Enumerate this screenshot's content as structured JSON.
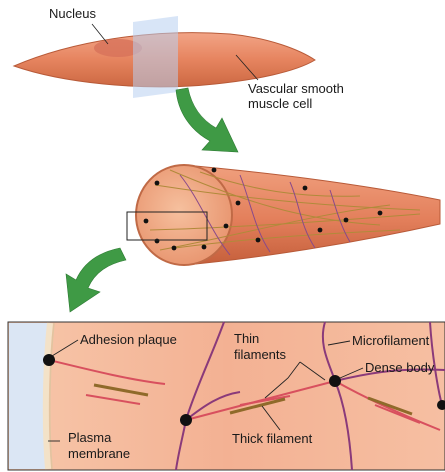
{
  "labels": {
    "nucleus": "Nucleus",
    "cell_line1": "Vascular smooth",
    "cell_line2": "muscle cell",
    "adhesion_plaque": "Adhesion plaque",
    "thin_line1": "Thin",
    "thin_line2": "filaments",
    "microfilament": "Microfilament",
    "dense_body": "Dense body",
    "plasma_line1": "Plasma",
    "plasma_line2": "membrane",
    "thick_filament": "Thick filament"
  },
  "colors": {
    "cell_fill": "#e8896a",
    "cell_dark": "#c9603f",
    "nucleus": "#d9735c",
    "arrow": "#3f9a45",
    "microfilament": "#8a3a7a",
    "thin_filament": "#d8505e",
    "thick_filament": "#8f6a2a",
    "dense_body": "#111111",
    "plane": "#a9c3e6"
  }
}
